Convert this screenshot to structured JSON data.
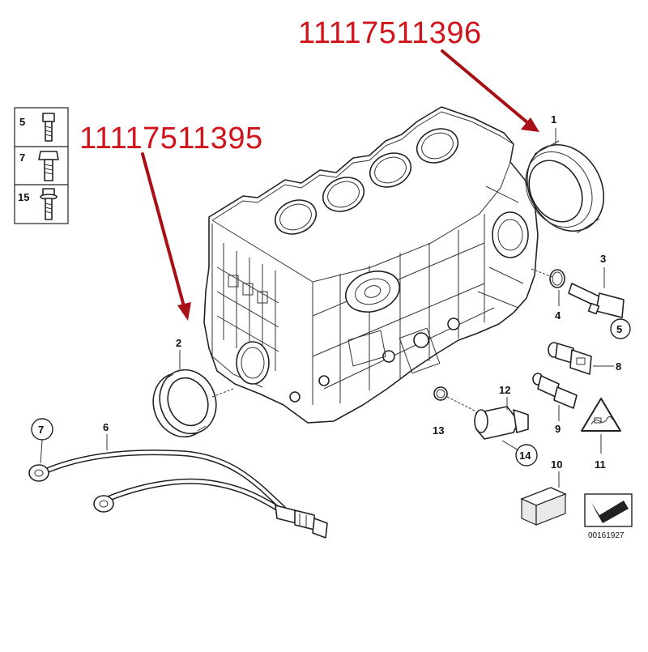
{
  "part_numbers": {
    "upper": "11117511396",
    "left": "11117511395"
  },
  "legend": [
    {
      "num": "5",
      "icon": "socket-head-bolt-icon"
    },
    {
      "num": "7",
      "icon": "hex-head-bolt-icon"
    },
    {
      "num": "15",
      "icon": "collar-bolt-icon"
    }
  ],
  "callouts": {
    "c1": "1",
    "c2": "2",
    "c3": "3",
    "c4": "4",
    "c5": "5",
    "c6": "6",
    "c7": "7",
    "c8": "8",
    "c9": "9",
    "c10": "10",
    "c11": "11",
    "c12": "12",
    "c13": "13",
    "c14": "14"
  },
  "diagram_ref": "00161927",
  "colors": {
    "annotation": "#d1141c",
    "arrow": "#a80f16",
    "line": "#222222"
  }
}
